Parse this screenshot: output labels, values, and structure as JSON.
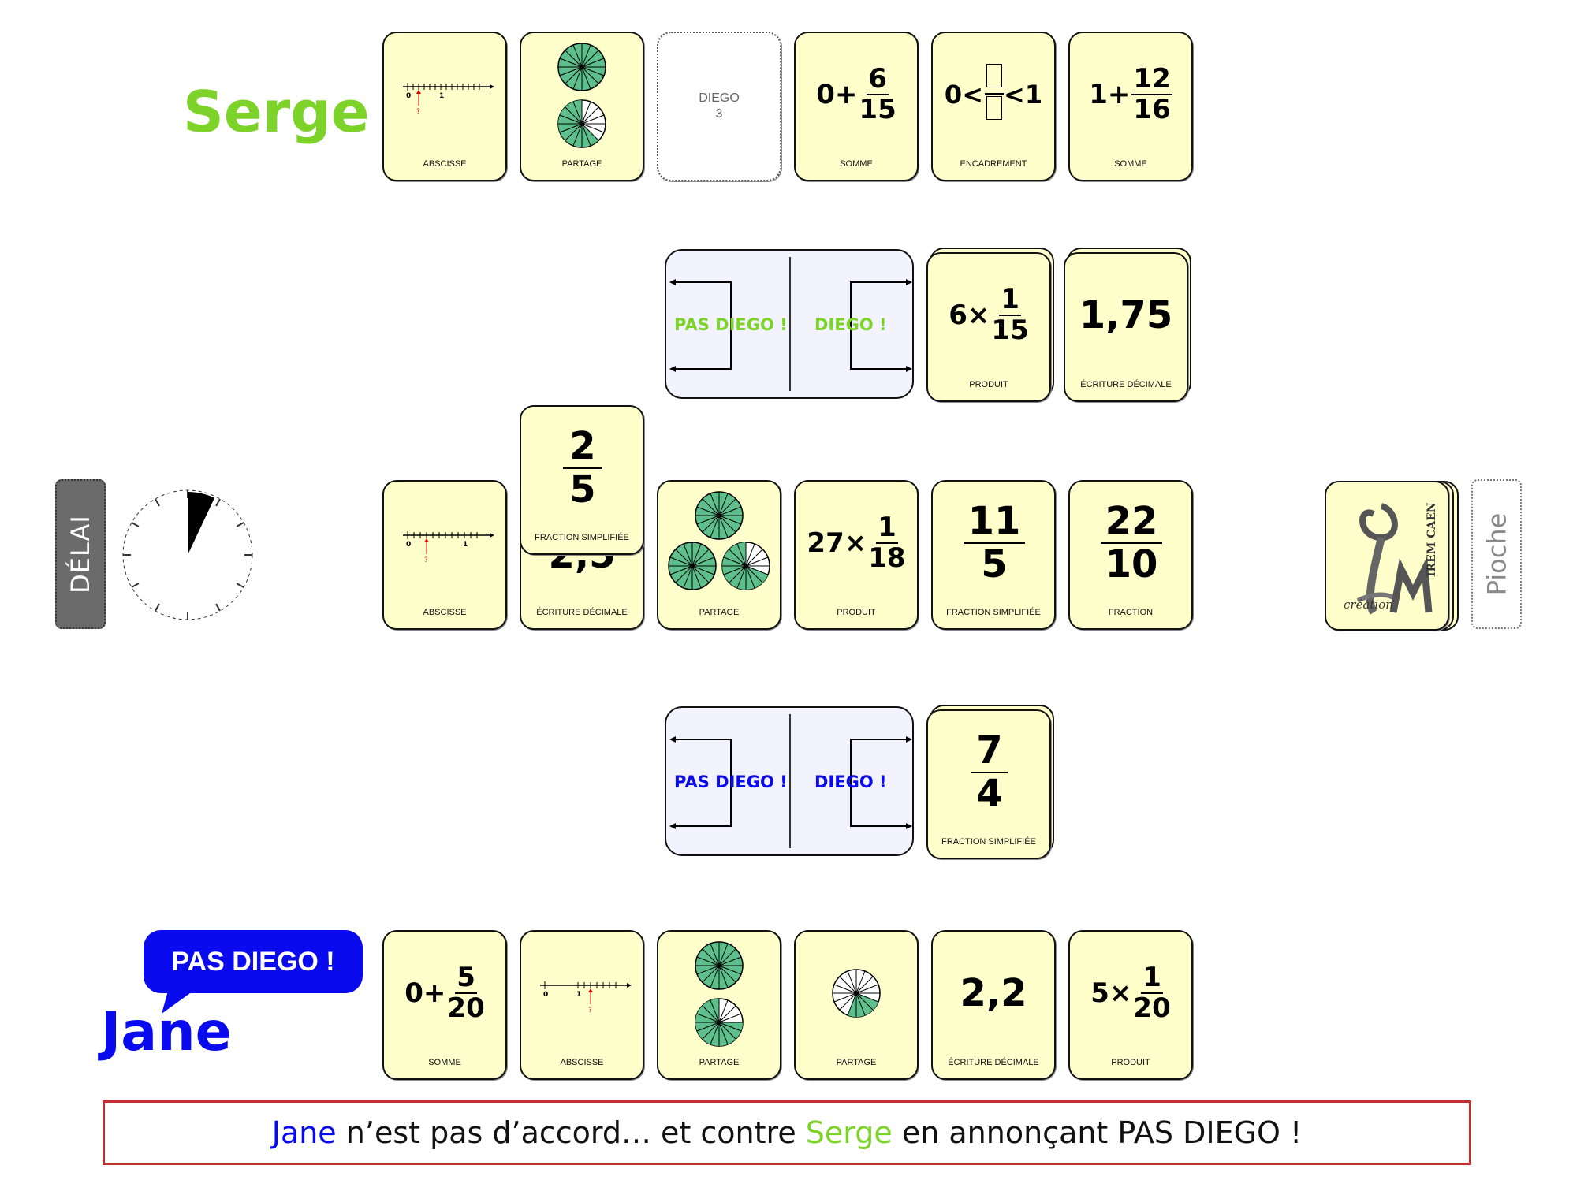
{
  "players": {
    "top": {
      "name": "Serge",
      "color": "#7ed32a"
    },
    "bottom": {
      "name": "Jane",
      "color": "#0a0aee"
    }
  },
  "serge_hand": [
    {
      "type": "abscisse",
      "label": "ABSCISSE",
      "ticks": [
        "0",
        "1",
        "?"
      ]
    },
    {
      "type": "partage",
      "label": "PARTAGE"
    },
    {
      "type": "placeholder",
      "line1": "DIEGO",
      "line2": "3"
    },
    {
      "type": "somme",
      "label": "SOMME",
      "prefix": "0+",
      "num": "6",
      "den": "15"
    },
    {
      "type": "encadrement",
      "label": "ENCADREMENT",
      "left": "0<",
      "right": "<1"
    },
    {
      "type": "somme",
      "label": "SOMME",
      "prefix": "1+",
      "num": "12",
      "den": "16"
    }
  ],
  "serge_zone": {
    "pas_diego": "PAS DIEGO !",
    "diego": "DIEGO !",
    "cards": [
      {
        "label": "PRODUIT",
        "prefix": "6×",
        "num": "1",
        "den": "15"
      },
      {
        "label": "ÉCRITURE DÉCIMALE",
        "value": "1,75"
      }
    ]
  },
  "center_row": {
    "cards": [
      {
        "label": "ABSCISSE",
        "ticks": [
          "0",
          "1",
          "?"
        ]
      },
      {
        "label": "ÉCRITURE DÉCIMALE",
        "value": "2,5"
      },
      {
        "label": "PARTAGE"
      },
      {
        "label": "PRODUIT",
        "prefix": "27×",
        "num": "1",
        "den": "18"
      },
      {
        "label": "FRACTION SIMPLIFIÉE",
        "num": "11",
        "den": "5"
      },
      {
        "label": "FRACTION",
        "num": "22",
        "den": "10"
      }
    ],
    "raised_card": {
      "label": "FRACTION SIMPLIFIÉE",
      "num": "2",
      "den": "5"
    }
  },
  "jane_zone": {
    "pas_diego": "PAS DIEGO !",
    "diego": "DIEGO !",
    "card": {
      "label": "FRACTION SIMPLIFIÉE",
      "num": "7",
      "den": "4"
    }
  },
  "jane_hand": [
    {
      "label": "SOMME",
      "prefix": "0+",
      "num": "5",
      "den": "20"
    },
    {
      "label": "ABSCISSE",
      "ticks": [
        "0",
        "1",
        "?"
      ]
    },
    {
      "label": "PARTAGE"
    },
    {
      "label": "PARTAGE"
    },
    {
      "label": "ÉCRITURE DÉCIMALE",
      "value": "2,2"
    },
    {
      "label": "PRODUIT",
      "prefix": "5×",
      "num": "1",
      "den": "20"
    }
  ],
  "controls": {
    "delai": "DÉLAI",
    "pioche": "Pioche"
  },
  "deck": {
    "logo_text_1": "IREM CAEN",
    "logo_text_2": "création"
  },
  "speech_bubble": "PAS DIEGO !",
  "status": {
    "part1": "Jane",
    "part2": " n’est pas d’accord… et contre ",
    "part3": "Serge",
    "part4": " en annonçant PAS DIEGO !"
  },
  "timer": {
    "elapsed_fraction": 0.07
  }
}
